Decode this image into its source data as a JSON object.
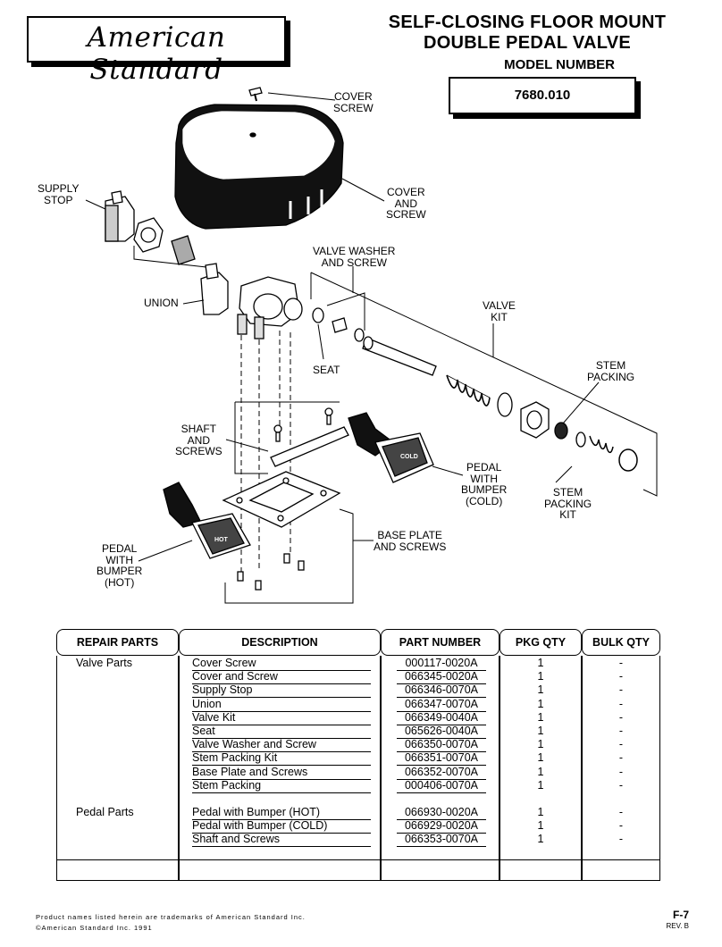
{
  "brand": "American Standard",
  "title": {
    "line1": "SELF-CLOSING FLOOR MOUNT",
    "line2": "DOUBLE PEDAL VALVE"
  },
  "model": {
    "label": "MODEL NUMBER",
    "value": "7680.010"
  },
  "callouts": {
    "cover_screw": [
      "COVER",
      "SCREW"
    ],
    "supply_stop": [
      "SUPPLY",
      "STOP"
    ],
    "cover_and_screw": [
      "COVER",
      "AND",
      "SCREW"
    ],
    "valve_washer": [
      "VALVE WASHER",
      "AND SCREW"
    ],
    "union": [
      "UNION"
    ],
    "valve_kit": [
      "VALVE",
      "KIT"
    ],
    "seat": [
      "SEAT"
    ],
    "stem_packing": [
      "STEM",
      "PACKING"
    ],
    "shaft_and_screws": [
      "SHAFT",
      "AND",
      "SCREWS"
    ],
    "pedal_cold": [
      "PEDAL",
      "WITH",
      "BUMPER",
      "(COLD)"
    ],
    "stem_packing_kit": [
      "STEM",
      "PACKING",
      "KIT"
    ],
    "base_plate": [
      "BASE PLATE",
      "AND SCREWS"
    ],
    "pedal_hot": [
      "PEDAL",
      "WITH",
      "BUMPER",
      "(HOT)"
    ]
  },
  "pedal_labels": {
    "hot": "HOT",
    "cold": "COLD"
  },
  "table": {
    "headers": [
      "REPAIR PARTS",
      "DESCRIPTION",
      "PART NUMBER",
      "PKG QTY",
      "BULK QTY"
    ],
    "groups": [
      {
        "name": "Valve Parts",
        "rows": [
          {
            "description": "Cover Screw",
            "part_number": "000117-0020A",
            "pkg_qty": "1",
            "bulk_qty": "-"
          },
          {
            "description": "Cover and Screw",
            "part_number": "066345-0020A",
            "pkg_qty": "1",
            "bulk_qty": "-"
          },
          {
            "description": "Supply Stop",
            "part_number": "066346-0070A",
            "pkg_qty": "1",
            "bulk_qty": "-"
          },
          {
            "description": "Union",
            "part_number": "066347-0070A",
            "pkg_qty": "1",
            "bulk_qty": "-"
          },
          {
            "description": "Valve Kit",
            "part_number": "066349-0040A",
            "pkg_qty": "1",
            "bulk_qty": "-"
          },
          {
            "description": "Seat",
            "part_number": "065626-0040A",
            "pkg_qty": "1",
            "bulk_qty": "-"
          },
          {
            "description": "Valve Washer and Screw",
            "part_number": "066350-0070A",
            "pkg_qty": "1",
            "bulk_qty": "-"
          },
          {
            "description": "Stem Packing Kit",
            "part_number": "066351-0070A",
            "pkg_qty": "1",
            "bulk_qty": "-"
          },
          {
            "description": "Base Plate and Screws",
            "part_number": "066352-0070A",
            "pkg_qty": "1",
            "bulk_qty": "-"
          },
          {
            "description": "Stem Packing",
            "part_number": "000406-0070A",
            "pkg_qty": "1",
            "bulk_qty": "-"
          }
        ]
      },
      {
        "name": "Pedal Parts",
        "rows": [
          {
            "description": "Pedal with Bumper (HOT)",
            "part_number": "066930-0020A",
            "pkg_qty": "1",
            "bulk_qty": "-"
          },
          {
            "description": "Pedal with Bumper (COLD)",
            "part_number": "066929-0020A",
            "pkg_qty": "1",
            "bulk_qty": "-"
          },
          {
            "description": "Shaft and Screws",
            "part_number": "066353-0070A",
            "pkg_qty": "1",
            "bulk_qty": "-"
          }
        ]
      }
    ]
  },
  "footer": {
    "trademark": "Product names listed herein are trademarks of American Standard Inc.",
    "copyright": "©American Standard Inc. 1991",
    "page_code": "F-7",
    "revision": "REV. B"
  }
}
